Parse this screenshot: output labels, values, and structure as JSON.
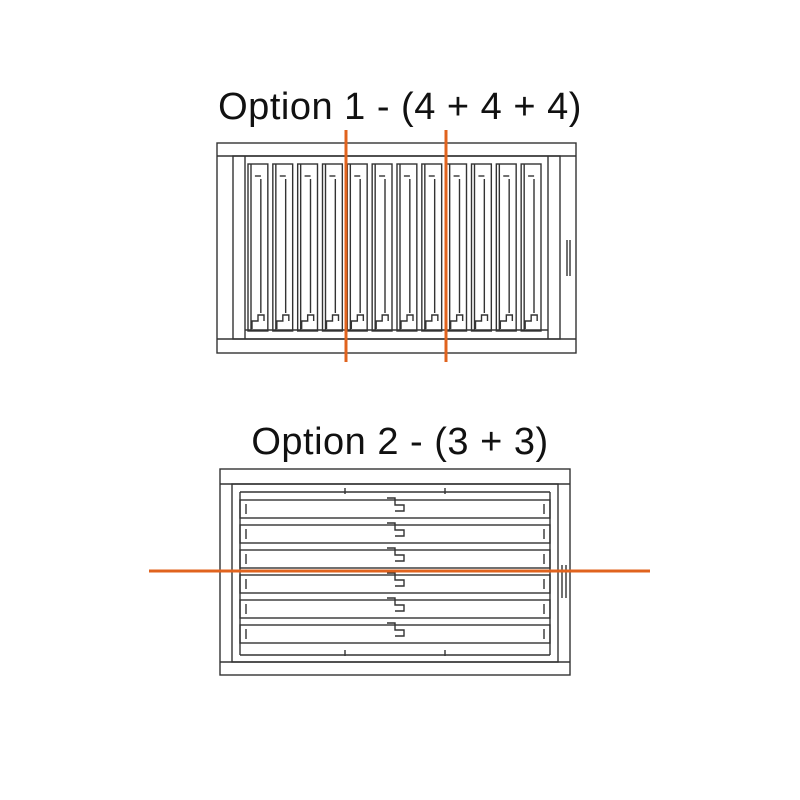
{
  "option1": {
    "title": "Option 1 - (4 + 4 + 4)",
    "vertical_panel_count": 12,
    "grouping": [
      4,
      4,
      4
    ]
  },
  "option2": {
    "title": "Option 2 - (3 + 3)",
    "horizontal_panel_count": 6,
    "grouping": [
      3,
      3
    ]
  },
  "colors": {
    "divider_line": "#E0631E",
    "outline": "#333333"
  }
}
